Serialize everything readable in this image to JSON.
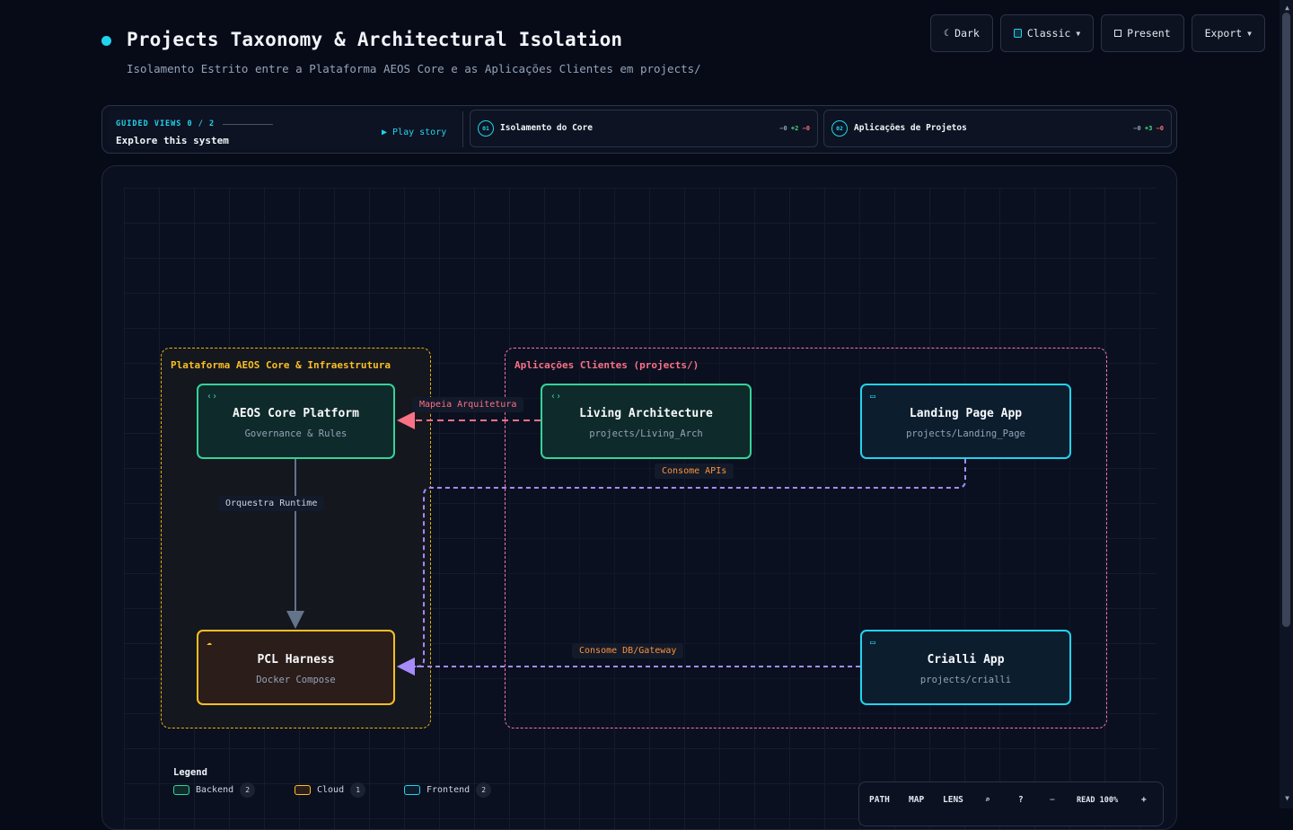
{
  "header": {
    "title": "Projects Taxonomy & Architectural Isolation",
    "subtitle": "Isolamento Estrito entre a Plataforma AEOS Core e as Aplicações Clientes em projects/"
  },
  "toolbar_top": {
    "dark_label": "Dark",
    "classic_label": "Classic",
    "present_label": "Present",
    "export_label": "Export"
  },
  "guided": {
    "kicker": "GUIDED VIEWS 0 / 2",
    "heading": "Explore this system",
    "play": "▶ Play story",
    "steps": [
      {
        "num": "01",
        "label": "Isolamento do Core",
        "removed": "−0",
        "added": "+2",
        "changed": "−0"
      },
      {
        "num": "02",
        "label": "Aplicações de Projetos",
        "removed": "−0",
        "added": "+3",
        "changed": "−0"
      }
    ]
  },
  "diagram": {
    "groups": {
      "core": {
        "label": "Plataforma AEOS Core & Infraestrutura",
        "color": "#eab308"
      },
      "projects": {
        "label": "Aplicações Clientes (projects/)",
        "color": "#f472b6"
      }
    },
    "nodes": {
      "aeos": {
        "title": "AEOS Core Platform",
        "subtitle": "Governance & Rules",
        "kind": "backend",
        "icon": "code-icon"
      },
      "pcl": {
        "title": "PCL Harness",
        "subtitle": "Docker Compose",
        "kind": "cloud",
        "icon": "cloud-icon"
      },
      "living": {
        "title": "Living Architecture",
        "subtitle": "projects/Living_Arch",
        "kind": "backend",
        "icon": "code-icon"
      },
      "landing": {
        "title": "Landing Page App",
        "subtitle": "projects/Landing_Page",
        "kind": "frontend",
        "icon": "browser-icon"
      },
      "crialli": {
        "title": "Crialli App",
        "subtitle": "projects/crialli",
        "kind": "frontend",
        "icon": "browser-icon"
      }
    },
    "edges": {
      "mapeia": "Mapeia Arquitetura",
      "orquestra": "Orquestra Runtime",
      "apis": "Consome APIs",
      "db": "Consome DB/Gateway"
    },
    "edge_colors": {
      "mapeia": "#fb7185",
      "orquestra": "#64748b",
      "apis": "#a78bfa",
      "db": "#a78bfa"
    }
  },
  "legend": {
    "title": "Legend",
    "items": [
      {
        "label": "Backend",
        "count": "2",
        "color": "#34d399"
      },
      {
        "label": "Cloud",
        "count": "1",
        "color": "#fbbf24"
      },
      {
        "label": "Frontend",
        "count": "2",
        "color": "#22d3ee"
      }
    ]
  },
  "bottom_toolbar": {
    "path": "PATH",
    "map": "MAP",
    "lens": "LENS",
    "search": "⌕",
    "help": "?",
    "minus": "−",
    "read": "READ 100%",
    "plus": "+"
  }
}
